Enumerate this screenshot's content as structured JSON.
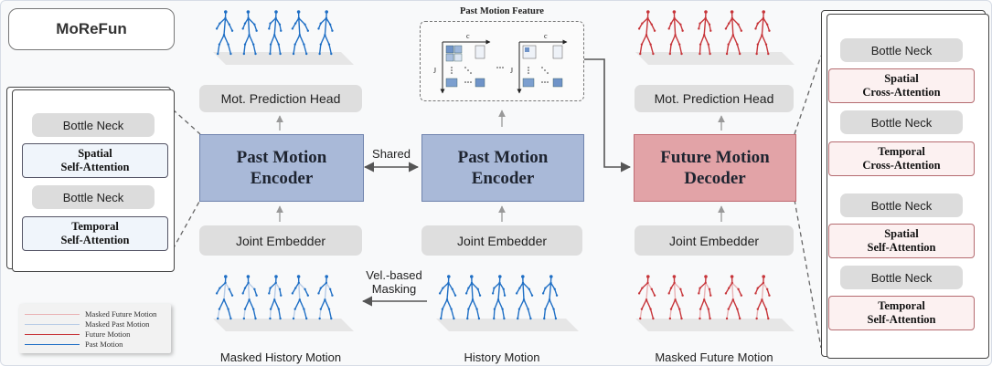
{
  "title": "MoReFun",
  "colors": {
    "past": "#1f6fc5",
    "future": "#c7353a",
    "masked_past": "#b8cce6",
    "masked_future": "#e9b3b5",
    "encoder_fill": "#a9b9d8",
    "decoder_fill": "#e2a3a7"
  },
  "left_stack": {
    "items": [
      "Bottle Neck",
      "Spatial\nSelf-Attention",
      "Bottle Neck",
      "Temporal\nSelf-Attention"
    ]
  },
  "right_stack": {
    "items": [
      "Bottle Neck",
      "Spatial\nCross-Attention",
      "Bottle Neck",
      "Temporal\nCross-Attention",
      "Bottle Neck",
      "Spatial\nSelf-Attention",
      "Bottle Neck",
      "Temporal\nSelf-Attention"
    ]
  },
  "col1": {
    "head": "Mot. Prediction Head",
    "encoder": "Past Motion\nEncoder",
    "embedder": "Joint Embedder",
    "caption": "Masked History Motion"
  },
  "col2": {
    "encoder": "Past Motion\nEncoder",
    "embedder": "Joint Embedder",
    "caption": "History Motion",
    "feature_title": "Past Motion Feature",
    "axis_c": "c",
    "axis_j": "J"
  },
  "col3": {
    "head": "Mot. Prediction Head",
    "decoder": "Future Motion\nDecoder",
    "embedder": "Joint Embedder",
    "caption": "Masked Future Motion"
  },
  "shared_label": "Shared",
  "masking_label": "Vel.-based\nMasking",
  "legend": [
    "Masked Future Motion",
    "Masked Past Motion",
    "Future Motion",
    "Past Motion"
  ]
}
